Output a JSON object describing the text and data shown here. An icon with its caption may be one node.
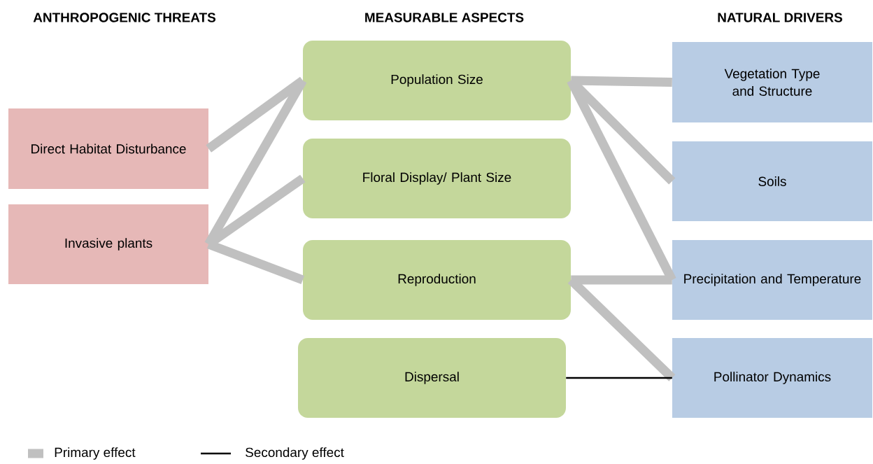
{
  "diagram": {
    "nodes": [
      {
        "text": [
          "Direct Habitat Disturbance"
        ]
      },
      {
        "text": [
          "Invasive plants"
        ]
      },
      {
        "text": [
          "Population Size"
        ]
      },
      {
        "text": [
          "Floral Display/ Plant Size"
        ]
      },
      {
        "text": [
          "Reproduction"
        ]
      },
      {
        "text": [
          "Dispersal"
        ]
      },
      {
        "text": [
          "Vegetation Type and Structure"
        ]
      },
      {
        "text": [
          "Soils"
        ]
      },
      {
        "text": [
          "Precipitation and Temperature"
        ]
      },
      {
        "text": [
          "Pollinator Dynamics"
        ]
      }
    ],
    "edges": [
      {
        "from": 0,
        "to": 2,
        "arrow": "none"
      },
      {
        "from": 1,
        "to": 2,
        "arrow": "none"
      },
      {
        "from": 1,
        "to": 3,
        "arrow": "none"
      },
      {
        "from": 1,
        "to": 4,
        "arrow": "none"
      },
      {
        "from": 2,
        "to": 6,
        "arrow": "none"
      },
      {
        "from": 2,
        "to": 7,
        "arrow": "none"
      },
      {
        "from": 2,
        "to": 8,
        "arrow": "none"
      },
      {
        "from": 4,
        "to": 8,
        "arrow": "none"
      },
      {
        "from": 4,
        "to": 9,
        "arrow": "none"
      },
      {
        "from": 5,
        "to": 9,
        "arrow": "none",
        "color": "#000000"
      }
    ],
    "labels": [
      "ANTHROPOGENIC THREATS",
      "MEASURABLE ASPECTS",
      "NATURAL DRIVERS"
    ],
    "legend": [
      {
        "text": "Primary effect"
      },
      {
        "text": "Secondary effect"
      }
    ]
  }
}
